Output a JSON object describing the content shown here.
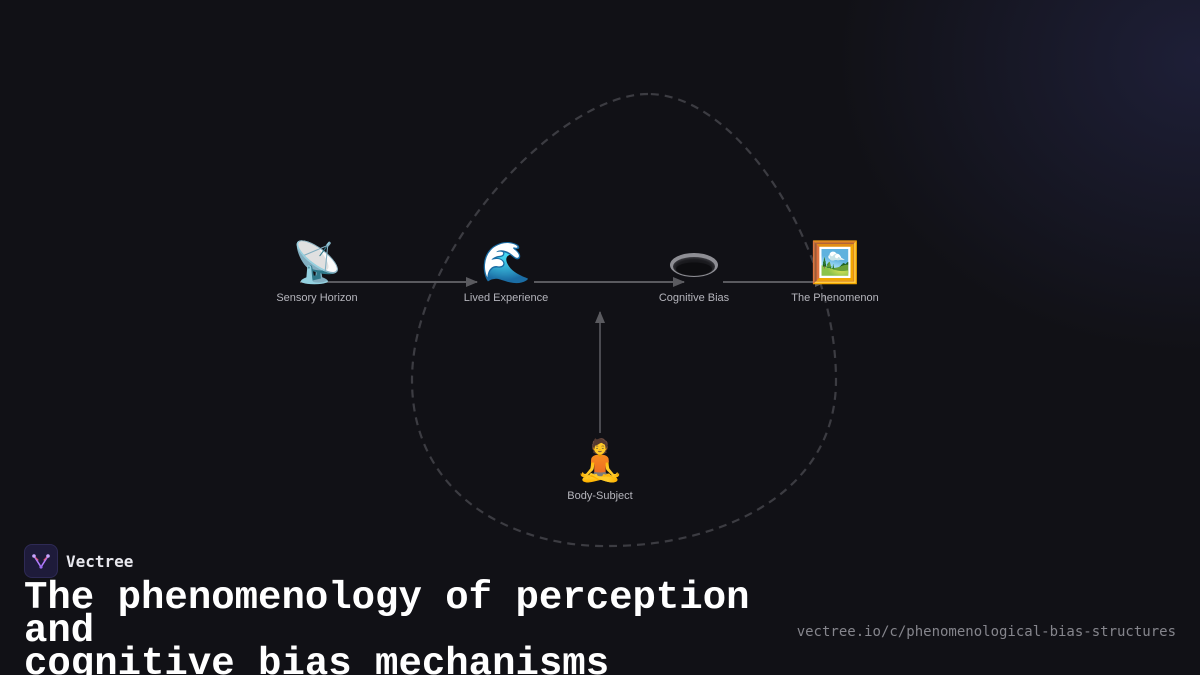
{
  "diagram": {
    "nodes": [
      {
        "id": "sensory",
        "label": "Sensory Horizon",
        "icon": "satellite-antenna-icon",
        "glyph": "📡"
      },
      {
        "id": "lived",
        "label": "Lived Experience",
        "icon": "water-wave-icon",
        "glyph": "🌊"
      },
      {
        "id": "bias",
        "label": "Cognitive Bias",
        "icon": "hole-icon",
        "glyph": ""
      },
      {
        "id": "phenomenon",
        "label": "The Phenomenon",
        "icon": "framed-picture-icon",
        "glyph": "🖼️"
      },
      {
        "id": "body",
        "label": "Body-Subject",
        "icon": "person-in-lotus-position-icon",
        "glyph": "🧘"
      }
    ],
    "edges": [
      {
        "from": "sensory",
        "to": "lived"
      },
      {
        "from": "lived",
        "to": "bias"
      },
      {
        "from": "bias",
        "to": "phenomenon"
      },
      {
        "from": "body",
        "to": "bias"
      }
    ]
  },
  "brand": {
    "name": "Vectree"
  },
  "footer": {
    "title_line1": "The phenomenology of perception and",
    "title_line2": "cognitive bias mechanisms",
    "url": "vectree.io/c/phenomenological-bias-structures"
  },
  "colors": {
    "background": "#111116",
    "edge": "#5a5a5f",
    "boundary": "#3c3c42",
    "label": "#b5b5bc",
    "brand_accent": "#b07cff"
  }
}
